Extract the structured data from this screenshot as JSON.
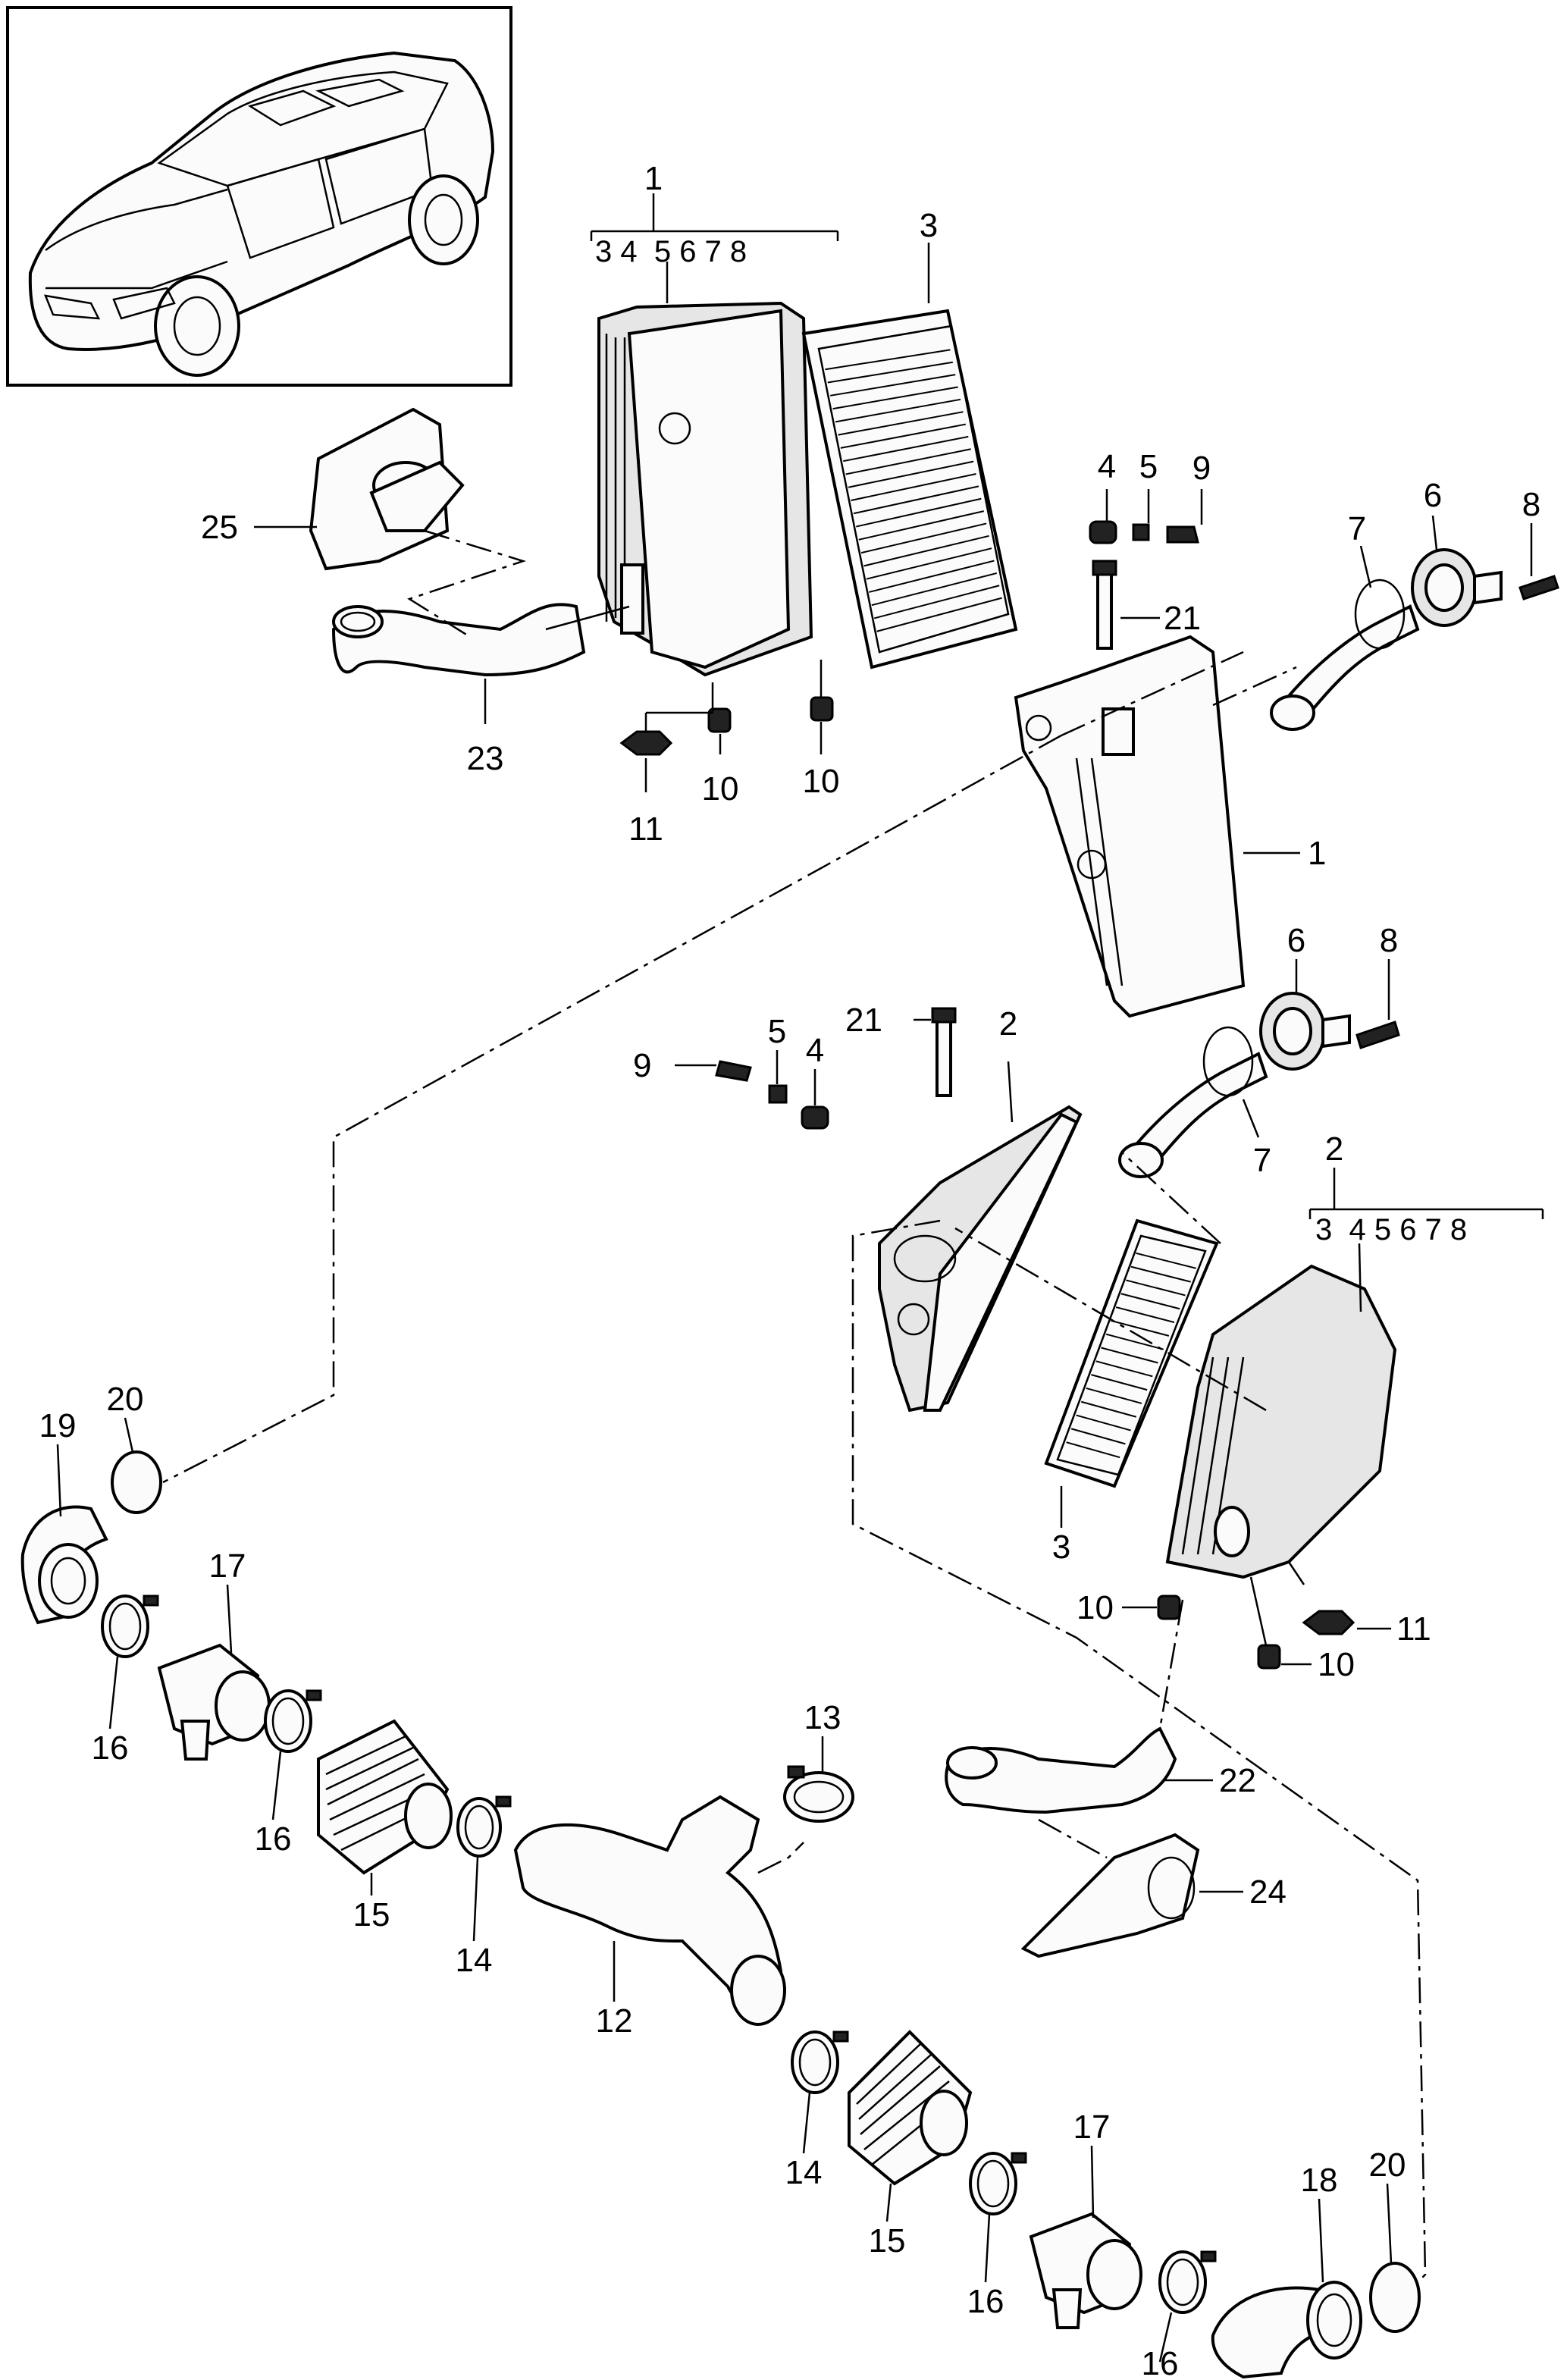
{
  "callouts": {
    "c1_top": "1",
    "c1_top_sub": "3 4  5 6 7 8",
    "c3_top": "3",
    "c25": "25",
    "c23": "23",
    "c11_top": "11",
    "c10_top_a": "10",
    "c10_top_b": "10",
    "c4_top": "4",
    "c5_top": "5",
    "c9_top": "9",
    "c6_top": "6",
    "c8_top": "8",
    "c7_top": "7",
    "c21_top": "21",
    "c1_right": "1",
    "c6_mid": "6",
    "c8_mid": "8",
    "c21_mid": "21",
    "c2_mid": "2",
    "c5_mid": "5",
    "c4_mid": "4",
    "c9_mid": "9",
    "c7_mid": "7",
    "c2_right": "2",
    "c2_right_sub": "3  4 5 6 7 8",
    "c3_mid": "3",
    "c10_mid_a": "10",
    "c11_mid": "11",
    "c10_mid_b": "10",
    "c19": "19",
    "c20_left": "20",
    "c17_left": "17",
    "c16_a": "16",
    "c16_b": "16",
    "c15_left": "15",
    "c14_left": "14",
    "c13": "13",
    "c12": "12",
    "c22": "22",
    "c24": "24",
    "c14_bot": "14",
    "c15_bot": "15",
    "c17_bot": "17",
    "c16_c": "16",
    "c16_d": "16",
    "c18": "18",
    "c20_bot": "20"
  },
  "icons": {
    "vehicle": "car-thumbnail-icon"
  }
}
